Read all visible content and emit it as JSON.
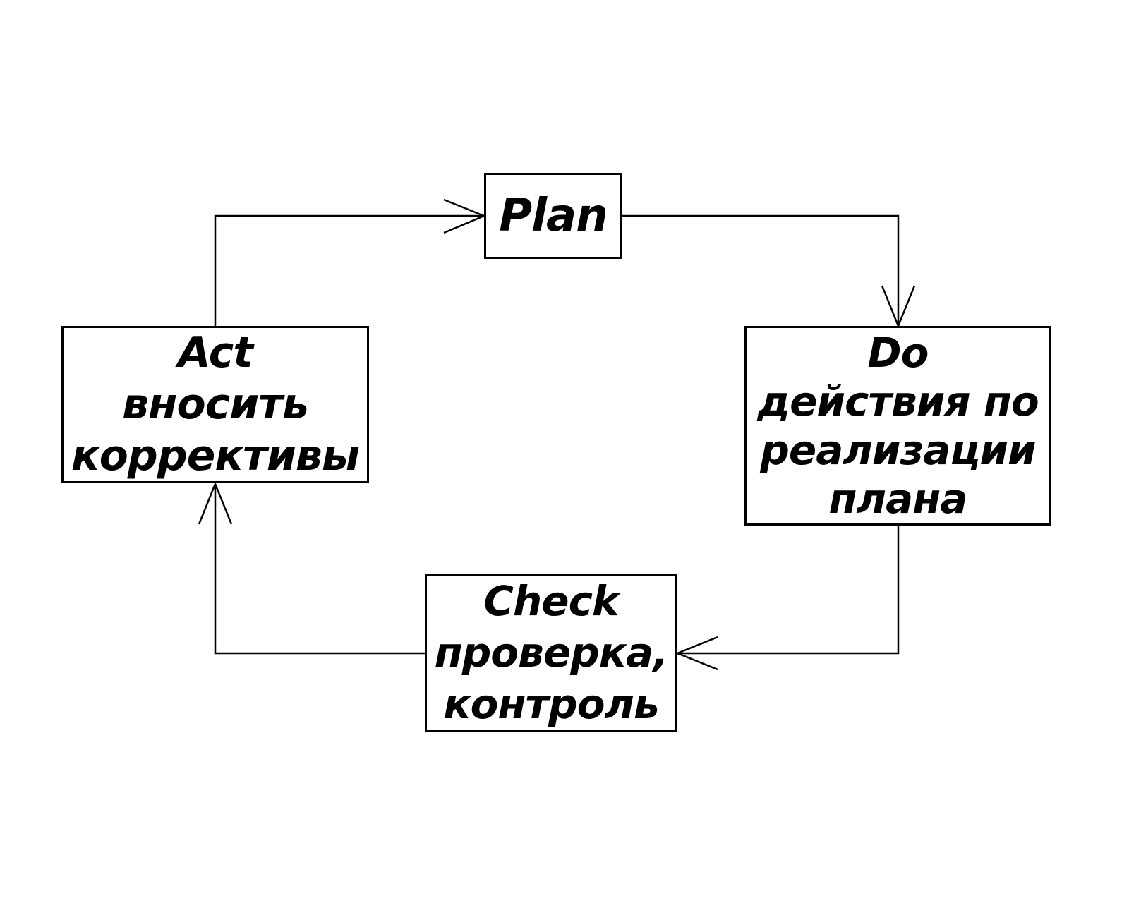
{
  "colors": {
    "background": "#ffffff",
    "line": "#000000",
    "text": "#000000"
  },
  "diagram": {
    "type": "flowchart-cycle",
    "nodes": {
      "plan": {
        "label": "Plan"
      },
      "do": {
        "line1": "Do",
        "line2": "действия по",
        "line3": "реализации",
        "line4": "плана"
      },
      "check": {
        "line1": "Check",
        "line2": "проверка,",
        "line3": "контроль"
      },
      "act": {
        "line1": "Act",
        "line2": "вносить",
        "line3": "коррективы"
      }
    },
    "connections": [
      {
        "from": "plan",
        "to": "do"
      },
      {
        "from": "do",
        "to": "check"
      },
      {
        "from": "check",
        "to": "act"
      },
      {
        "from": "act",
        "to": "plan"
      }
    ]
  }
}
